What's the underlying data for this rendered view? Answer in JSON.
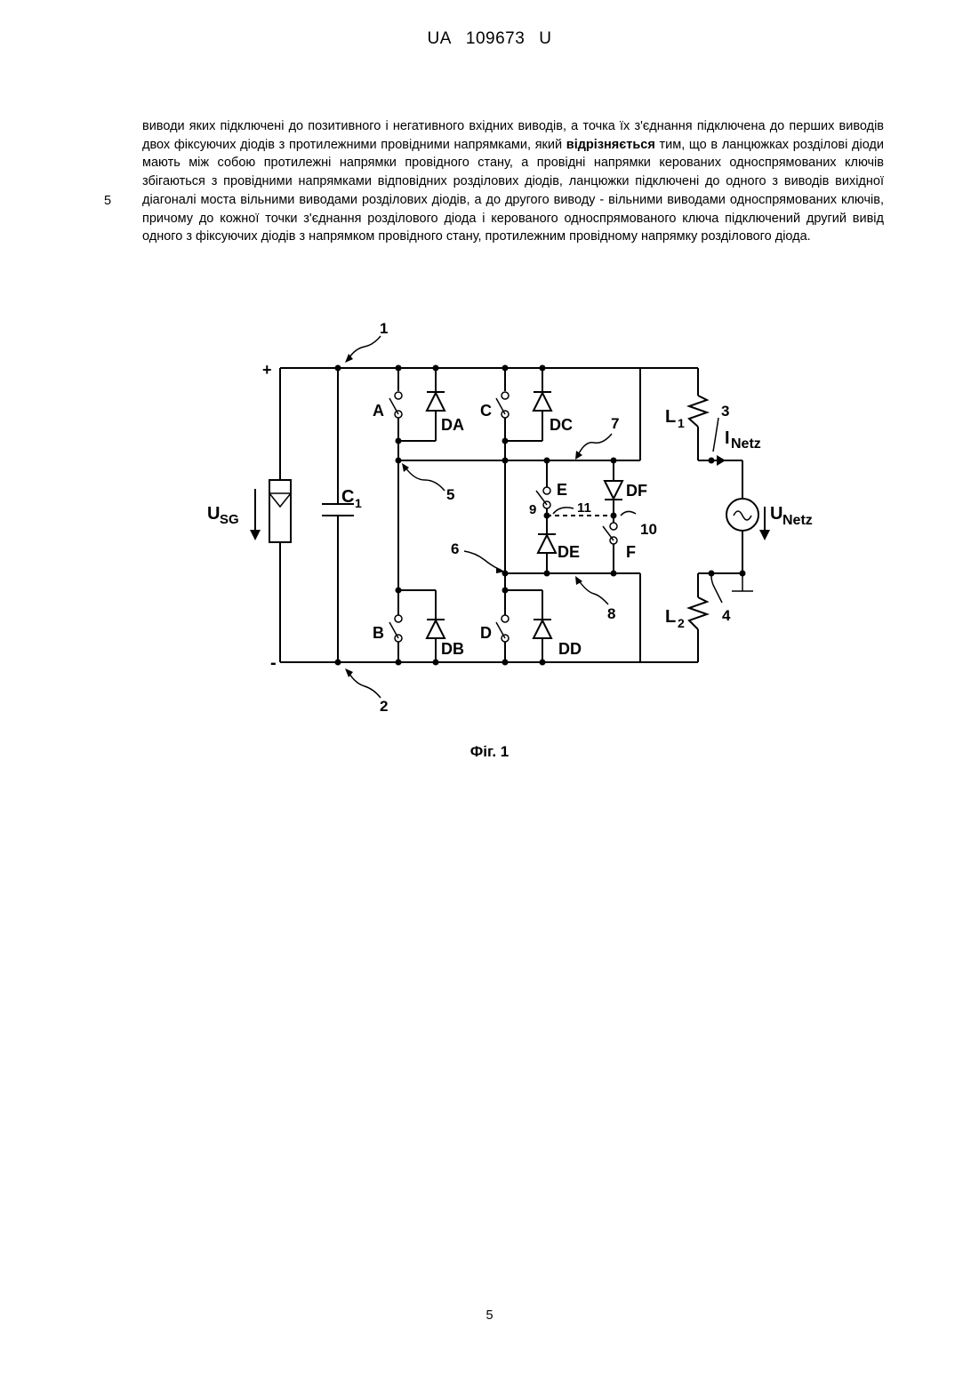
{
  "header": {
    "office": "UA",
    "number": "109673",
    "kind": "U"
  },
  "margin": {
    "line_number": "5"
  },
  "paragraph": {
    "part1": "виводи яких підключені до позитивного і негативного вхідних виводів, а точка їх з'єднання підключена до перших виводів двох фіксуючих діодів з протилежними провідними напрямками, який ",
    "emphasis": "відрізняється",
    "part2": " тим, що в ланцюжках розділові діоди мають між собою протилежні напрямки провідного стану, а провідні напрямки керованих односпрямованих ключів збігаються з провідними напрямками відповідних розділових діодів, ланцюжки підключені до одного з виводів вихідної діагоналі моста вільними виводами розділових діодів, а до другого виводу - вільними виводами односпрямованих ключів, причому до кожної точки з'єднання розділового діода і керованого односпрямованого ключа підключений другий вивід одного з фіксуючих діодів з напрямком провідного стану, протилежним провідному напрямку розділового діода."
  },
  "figure": {
    "labels": {
      "plus": "+",
      "minus": "-",
      "n1": "1",
      "n2": "2",
      "n3": "3",
      "n4": "4",
      "n5": "5",
      "n6": "6",
      "n7": "7",
      "n8": "8",
      "n9": "9",
      "n10": "10",
      "n11": "11",
      "usg_main": "U",
      "usg_sub": "SG",
      "c1_main": "C",
      "c1_sub": "1",
      "sw_a": "A",
      "sw_b": "B",
      "sw_c": "C",
      "sw_d": "D",
      "sw_e": "E",
      "sw_f": "F",
      "d_a": "DA",
      "d_b": "DB",
      "d_c": "DC",
      "d_d": "DD",
      "d_e": "DE",
      "d_f": "DF",
      "l1_main": "L",
      "l1_sub": "1",
      "l2_main": "L",
      "l2_sub": "2",
      "inetz_main": "I",
      "inetz_sub": "Netz",
      "unetz_main": "U",
      "unetz_sub": "Netz"
    }
  },
  "caption": "Фіг. 1",
  "page_number": "5"
}
